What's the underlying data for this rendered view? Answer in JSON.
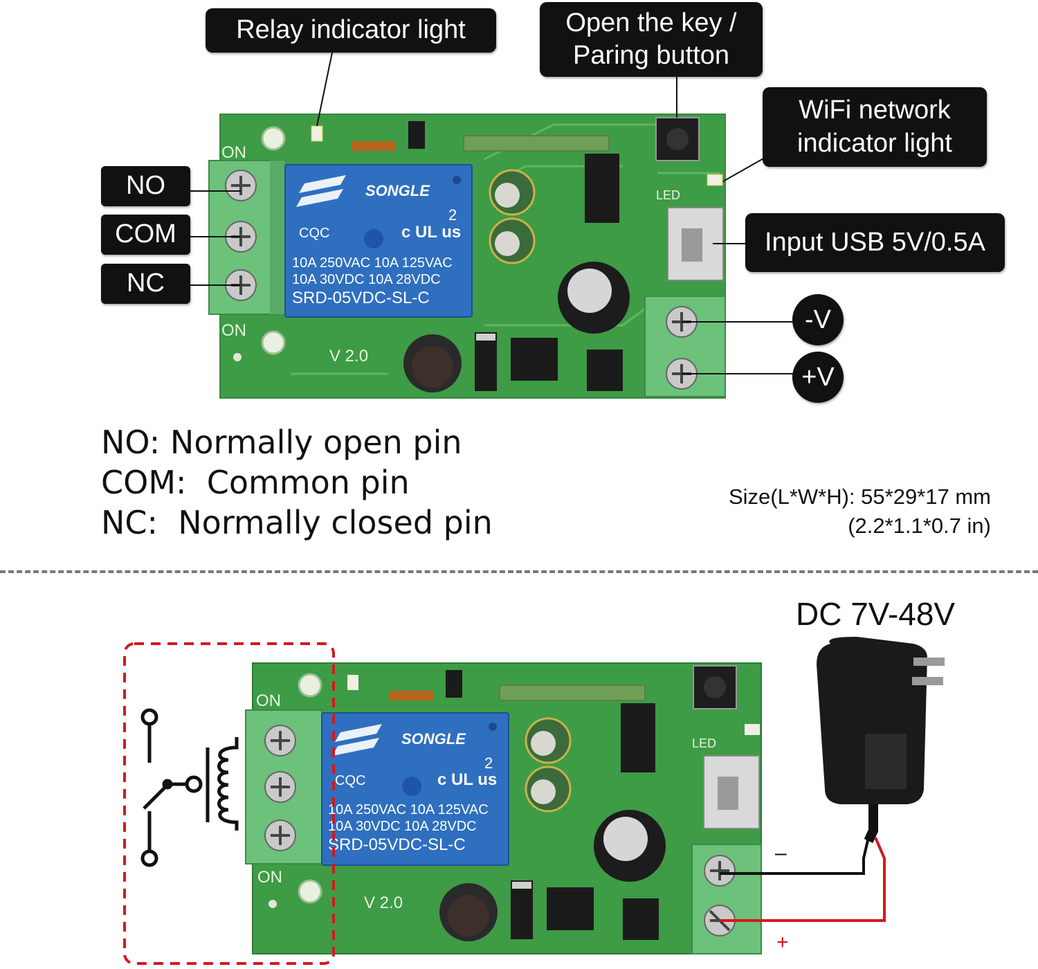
{
  "callouts": {
    "relay_indicator": "Relay indicator light",
    "pairing_line1": "Open the key /",
    "pairing_line2": "Paring button",
    "wifi_line1": "WiFi network",
    "wifi_line2": "indicator light",
    "usb_input": "Input USB 5V/0.5A",
    "no_pin": "NO",
    "com_pin": "COM",
    "nc_pin": "NC",
    "minus_v": "-V",
    "plus_v": "+V"
  },
  "board": {
    "on_label": "ON",
    "version": "V 2.0",
    "relay_brand": "SONGLE",
    "relay_spec1": "10A 250VAC  10A 125VAC",
    "relay_spec2": "10A  30VDC  10A  28VDC",
    "relay_model": "SRD-05VDC-SL-C",
    "led_label": "LED",
    "cert_cqc": "CQC",
    "cert_ul": "c UL us",
    "cert_num": "2"
  },
  "legend": {
    "no": "NO: Normally open pin",
    "com": "COM:  Common pin",
    "nc": "NC:  Normally closed pin"
  },
  "size": {
    "line1": "Size(L*W*H): 55*29*17 mm",
    "line2": "(2.2*1.1*0.7 in)"
  },
  "wiring": {
    "supply": "DC 7V-48V",
    "minus": "–",
    "plus": "+"
  },
  "colors": {
    "pcb": "#3f9a44",
    "terminal": "#6cc27a",
    "relay": "#2f6fbf",
    "callout_bg": "#111111",
    "wire_red": "#d2191f",
    "dashed_box": "#d2191f"
  }
}
